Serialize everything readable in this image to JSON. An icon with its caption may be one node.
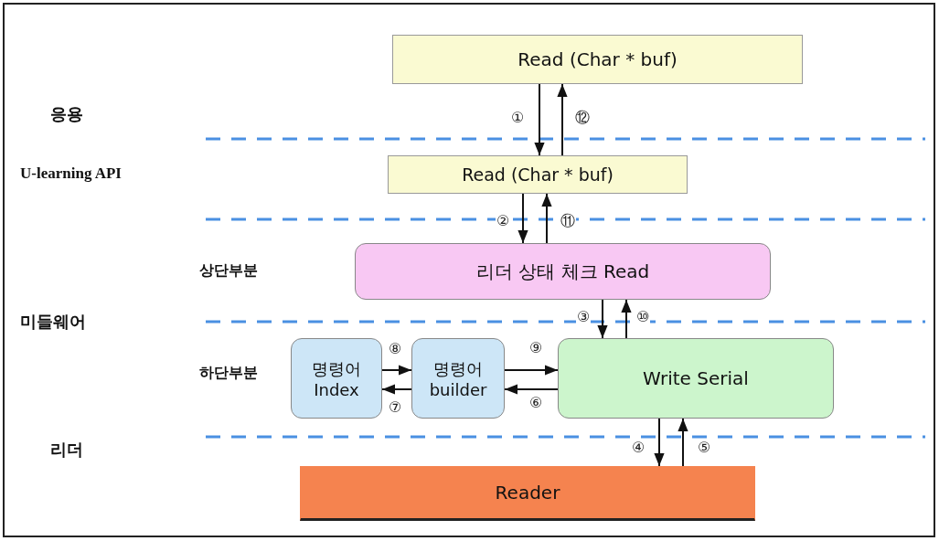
{
  "diagram": {
    "nodes": [
      {
        "text": [
          "Read (Char * buf)"
        ]
      },
      {
        "text": [
          "Read (Char * buf)"
        ]
      },
      {
        "text": [
          "리더 상태 체크 Read"
        ]
      },
      {
        "text": [
          "명령어 Index"
        ]
      },
      {
        "text": [
          "명령어 builder"
        ]
      },
      {
        "text": [
          "Write Serial"
        ]
      },
      {
        "text": [
          "Reader"
        ]
      }
    ],
    "edges": [
      {
        "from": 0,
        "to": 1,
        "arrow": "to",
        "label": "①"
      },
      {
        "from": 1,
        "to": 0,
        "arrow": "to",
        "label": "⑫"
      },
      {
        "from": 1,
        "to": 2,
        "arrow": "to",
        "label": "②"
      },
      {
        "from": 2,
        "to": 1,
        "arrow": "to",
        "label": "⑪"
      },
      {
        "from": 2,
        "to": 5,
        "arrow": "to",
        "label": "③"
      },
      {
        "from": 5,
        "to": 6,
        "arrow": "to",
        "label": "④"
      },
      {
        "from": 6,
        "to": 5,
        "arrow": "to",
        "label": "⑤"
      },
      {
        "from": 5,
        "to": 4,
        "arrow": "to",
        "label": "⑥"
      },
      {
        "from": 4,
        "to": 3,
        "arrow": "to",
        "label": "⑦"
      },
      {
        "from": 3,
        "to": 4,
        "arrow": "to",
        "label": "⑧"
      },
      {
        "from": 4,
        "to": 5,
        "arrow": "to",
        "label": "⑨"
      },
      {
        "from": 5,
        "to": 2,
        "arrow": "to",
        "label": "⑩"
      }
    ],
    "labels": [
      "응용",
      "U-learning API",
      "상단부분",
      "미들웨어",
      "하단부분",
      "리더"
    ]
  }
}
